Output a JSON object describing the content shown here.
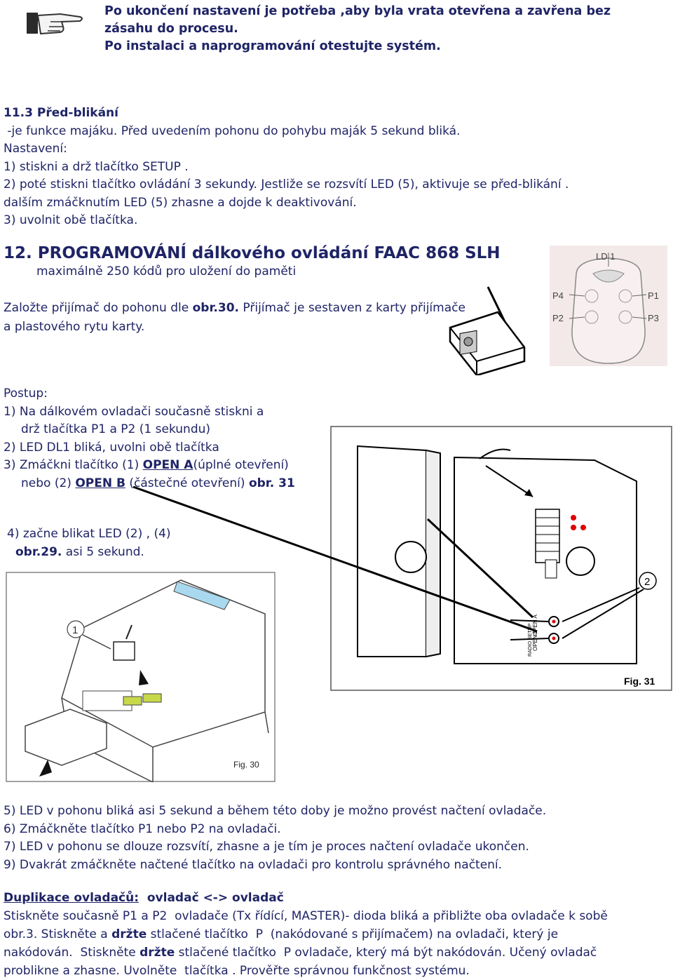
{
  "top_note": {
    "line1": "Po ukončení nastavení je potřeba ,aby byla vrata otevřena a zavřena bez",
    "line2": "zásahu do procesu.",
    "line3": "Po instalaci a naprogramování otestujte systém."
  },
  "section_11_3": {
    "heading": "11.3 Před-blikání",
    "line1": " -je funkce majáku. Před uvedením pohonu do pohybu maják 5 sekund bliká.",
    "line2": "Nastavení:",
    "line3": "1) stiskni a drž tlačítko SETUP .",
    "line4": "2) poté stiskni tlačítko ovládání 3 sekundy. Jestliže se rozsvítí LED (5), aktivuje se před-blikání .",
    "line5": "dalším zmáčknutím LED (5) zhasne a dojde k deaktivování.",
    "line6": "3) uvolnit obě tlačítka."
  },
  "section_12": {
    "heading": "12. PROGRAMOVÁNÍ dálkového ovládání FAAC 868 SLH",
    "subheading": "maximálně 250 kódů pro uložení do paměti",
    "intro_a": "Založte přijímač do pohonu dle ",
    "intro_ref": "obr.30.",
    "intro_b": " Přijímač je sestaven z karty přijímače",
    "intro_line2": "a plastového rytu karty."
  },
  "procedure": {
    "title": "Postup:",
    "step1_a": "1) Na dálkovém ovladači současně stiskni a",
    "step1_b": "drž tlačítka P1 a P2 (1 sekundu)",
    "step2": "2) LED DL1 bliká, uvolni obě tlačítka",
    "step3_a": "3) Zmáčkni tlačítko (1) ",
    "step3_openA": "OPEN A",
    "step3_b": "(úplné otevření)",
    "step3_c": "nebo (2) ",
    "step3_openB": "OPEN B",
    "step3_d": " (částečné otevření) ",
    "step3_ref": "obr. 31",
    "step4_a": "4) začne blikat LED (2) , (4)",
    "step4_ref": "obr.29.",
    "step4_b": " asi 5 sekund."
  },
  "remote_figure": {
    "labels": [
      "LD 1",
      "P4",
      "P1",
      "P2",
      "P3"
    ]
  },
  "fig30": {
    "caption": "Fig. 30",
    "callout": "1"
  },
  "fig31": {
    "caption": "Fig. 31",
    "callout": "2",
    "board_labels": [
      "OPEN A",
      "OPEN B",
      "RADIO SETUP"
    ]
  },
  "steps_after": {
    "s5": "5) LED v pohonu bliká asi 5 sekund a během této doby je možno provést načtení ovladače.",
    "s6": "6) Zmáčkněte tlačítko P1 nebo P2 na ovladači.",
    "s7": "7) LED v pohonu se dlouze rozsvítí, zhasne a je tím je proces načtení ovladače ukončen.",
    "s9": "9) Dvakrát zmáčkněte načtené tlačítko na ovladači pro kontrolu správného načtení."
  },
  "duplication": {
    "heading_u": "Duplikace ovladačů:",
    "heading_rest": "  ovladač <-> ovladač",
    "l1": "Stiskněte současně P1 a P2  ovladače (Tx řídící, MASTER)- dioda bliká a přibližte oba ovladače k sobě",
    "l2_a": "obr.3. Stiskněte a ",
    "l2_b": "držte",
    "l2_c": " stlačené tlačítko  P  (nakódované s přijímačem) na ovladači, který je",
    "l3_a": "nakódován.  Stiskněte ",
    "l3_b": "držte",
    "l3_c": " stlačené tlačítko  P ovladače, který má být nakódován. Učený ovladač",
    "l4": "problikne a zhasne. Uvolněte  tlačítka . Prověřte správnou funkčnost systému."
  }
}
